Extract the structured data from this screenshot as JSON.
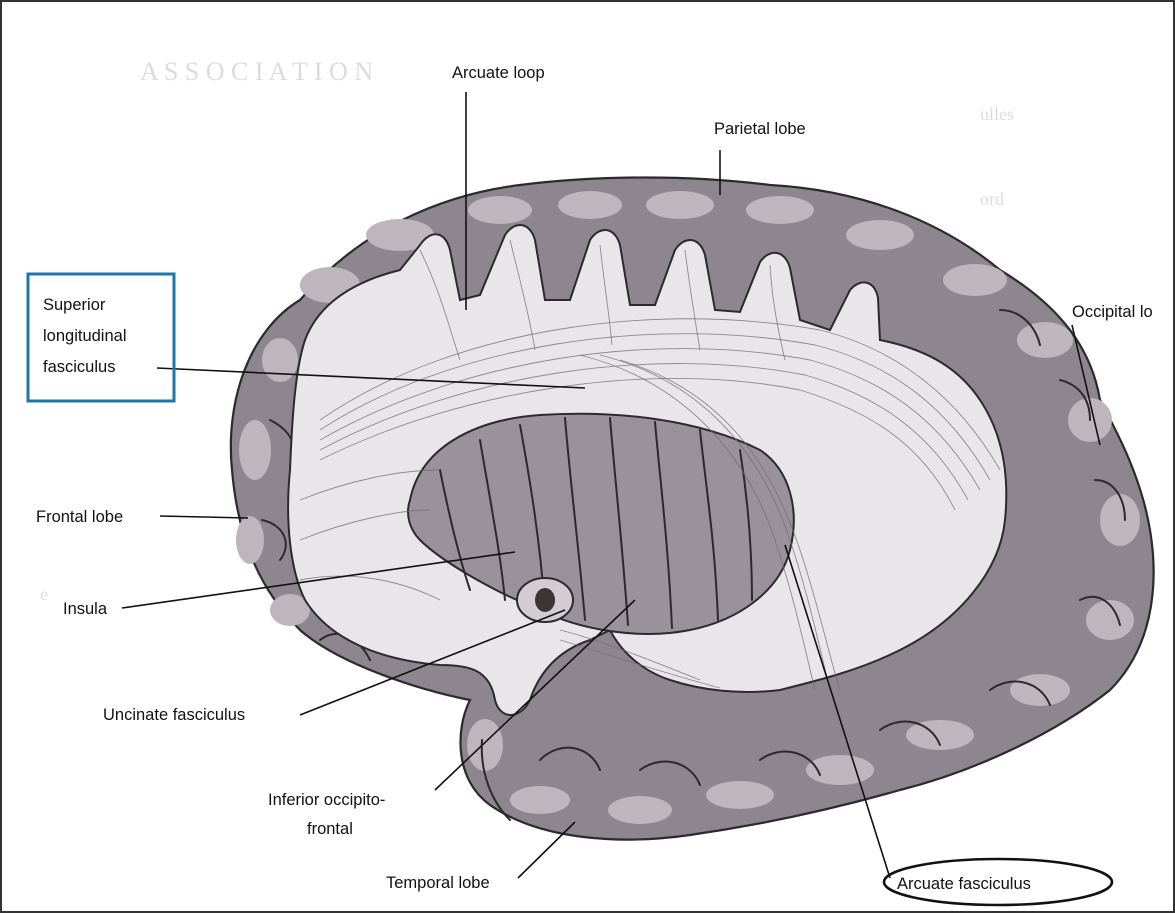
{
  "labels": {
    "arcuate_loop": "Arcuate loop",
    "parietal_lobe": "Parietal lobe",
    "superior_line1": "Superior",
    "superior_line2": "longitudinal",
    "superior_line3": "fasciculus",
    "occipital_lobe": "Occipital lo",
    "frontal_lobe": "Frontal lobe",
    "insula": "Insula",
    "uncinate_fasciculus": "Uncinate fasciculus",
    "inferior_line1": "Inferior occipito-",
    "inferior_line2": "frontal",
    "temporal_lobe": "Temporal lobe",
    "arcuate_fasciculus": "Arcuate fasciculus"
  },
  "colors": {
    "highlight_box": "#1f74a8",
    "highlight_ellipse": "#111111",
    "brain_gray": "#8e868e",
    "white_matter": "#e9e6e9"
  }
}
